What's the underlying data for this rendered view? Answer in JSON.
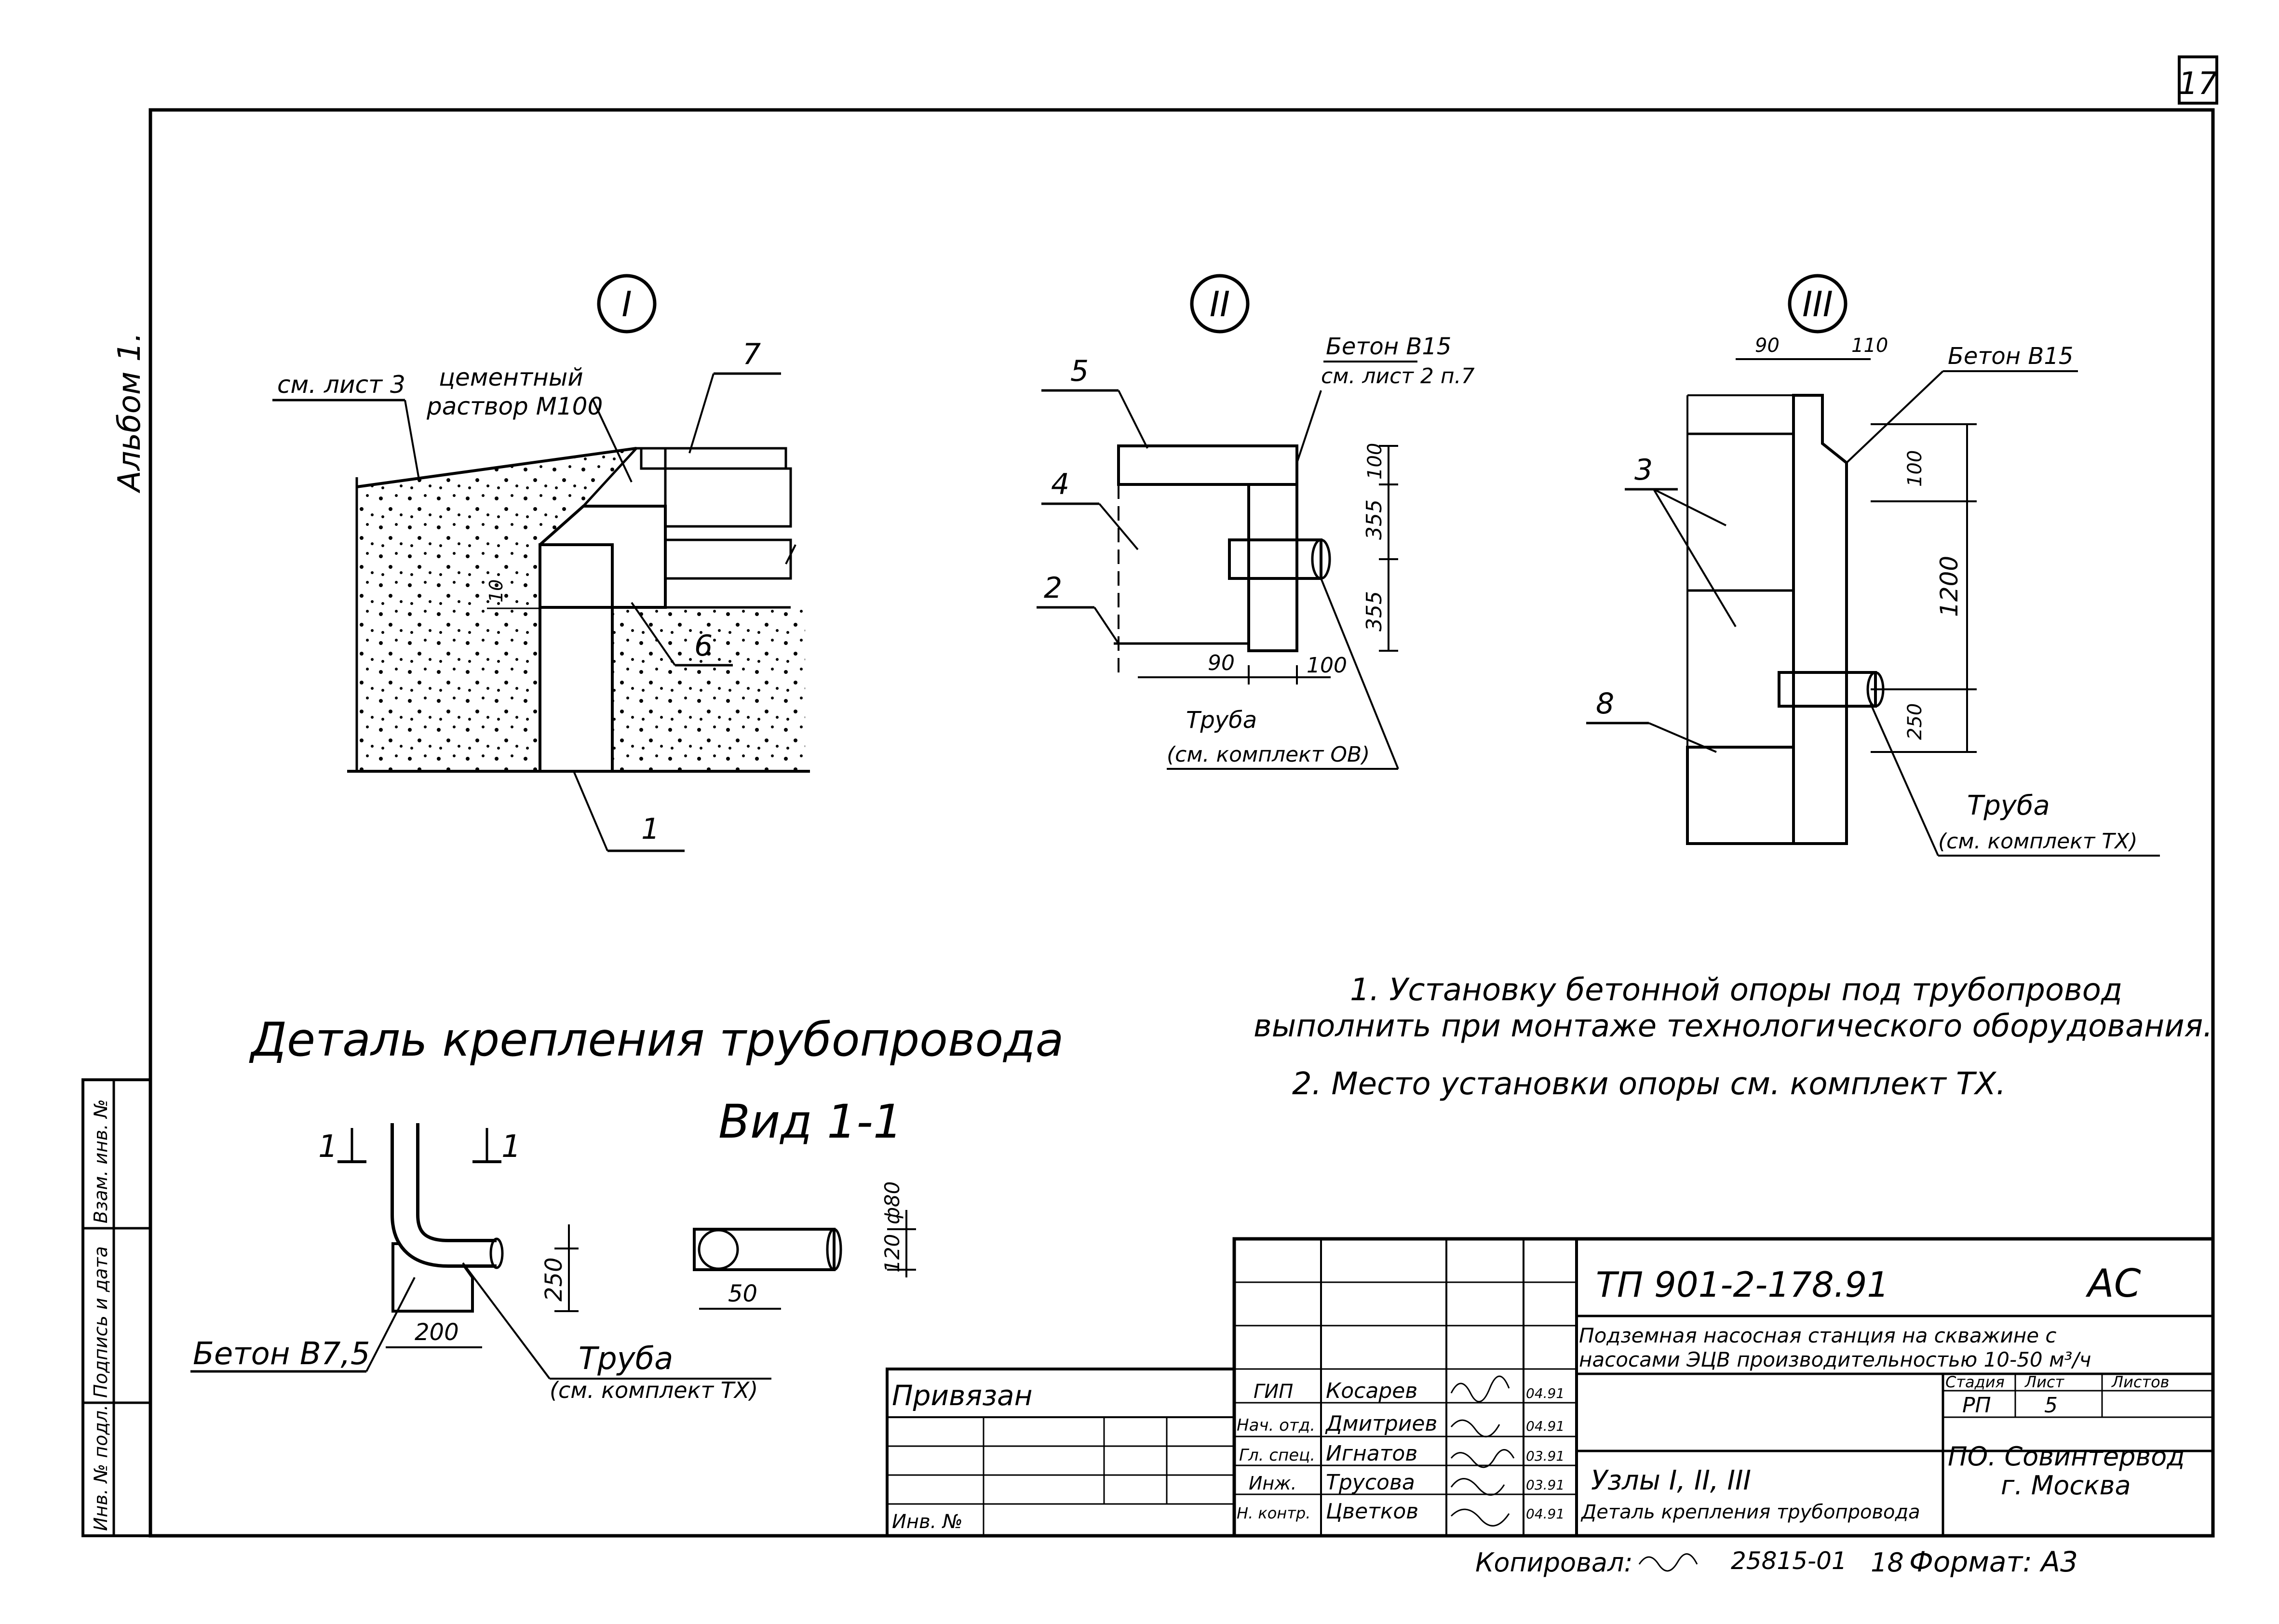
{
  "sheet_number": "17",
  "album_label": "Альбом 1.",
  "side_stamp": {
    "col_inv_podl": "Инв. № подл.",
    "col_podpis": "Подпись и дата",
    "col_vzam": "Взам. инв. №"
  },
  "node1": {
    "marker": "I",
    "ref_sheet": "см. лист 3",
    "mortar_line1": "цементный",
    "mortar_line2": "раствор М100",
    "callout_7": "7",
    "callout_6": "6",
    "callout_1": "1",
    "dim_10": "10"
  },
  "node2": {
    "marker": "II",
    "concrete_label": "Бетон В15",
    "concrete_ref": "см. лист 2 п.7",
    "callout_5": "5",
    "callout_4": "4",
    "callout_2": "2",
    "dim_100_top": "100",
    "dim_355_a": "355",
    "dim_355_b": "355",
    "dim_90": "90",
    "dim_100_bot": "100",
    "pipe_label": "Труба",
    "pipe_ref": "(см. комплект ОВ)"
  },
  "node3": {
    "marker": "III",
    "dim_90": "90",
    "dim_110": "110",
    "concrete_label": "Бетон В15",
    "callout_3": "3",
    "callout_8": "8",
    "dim_100": "100",
    "dim_1200": "1200",
    "dim_250": "250",
    "pipe_label": "Труба",
    "pipe_ref": "(см. комплект ТХ)"
  },
  "detail": {
    "title": "Деталь крепления трубопровода",
    "view_title": "Вид 1-1",
    "section_left": "1",
    "section_right": "1",
    "dim_250": "250",
    "dim_200": "200",
    "dim_50": "50",
    "dim_120": "120",
    "dim_dia": "ф80",
    "concrete_label": "Бетон В7,5",
    "pipe_label": "Труба",
    "pipe_ref": "(см. комплект ТХ)"
  },
  "notes": {
    "line1": "1. Установку бетонной опоры под трубопровод",
    "line2": "выполнить при монтаже технологического оборудования.",
    "line3": "2. Место установки опоры см. комплект ТХ."
  },
  "title_block": {
    "project_code": "ТП 901-2-178.91",
    "section_code": "АС",
    "project_name_line1": "Подземная насосная станция на скважине с",
    "project_name_line2": "насосами ЭЦВ производительностью 10-50 м³/ч",
    "col_stage": "Стадия",
    "col_sheet": "Лист",
    "col_sheets": "Листов",
    "stage": "РП",
    "sheet": "5",
    "drawing_title_line1": "Узлы I, II, III",
    "drawing_title_line2": "Деталь крепления трубопровода",
    "org_line1": "ПО. Совинтервод",
    "org_line2": "г. Москва",
    "privyazan": "Привязан",
    "inv_no": "Инв. №",
    "staff": [
      {
        "role": "ГИП",
        "name": "Косарев",
        "date": "04.91"
      },
      {
        "role": "Нач. отд.",
        "name": "Дмитриев",
        "date": "04.91"
      },
      {
        "role": "Гл. спец.",
        "name": "Игнатов",
        "date": "03.91"
      },
      {
        "role": "Инж.",
        "name": "Трусова",
        "date": "03.91"
      },
      {
        "role": "Н. контр.",
        "name": "Цветков",
        "date": "04.91"
      }
    ]
  },
  "footer": {
    "copied": "Копировал:",
    "order": "25815-01",
    "sheet_no": "18",
    "format": "Формат: А3"
  }
}
